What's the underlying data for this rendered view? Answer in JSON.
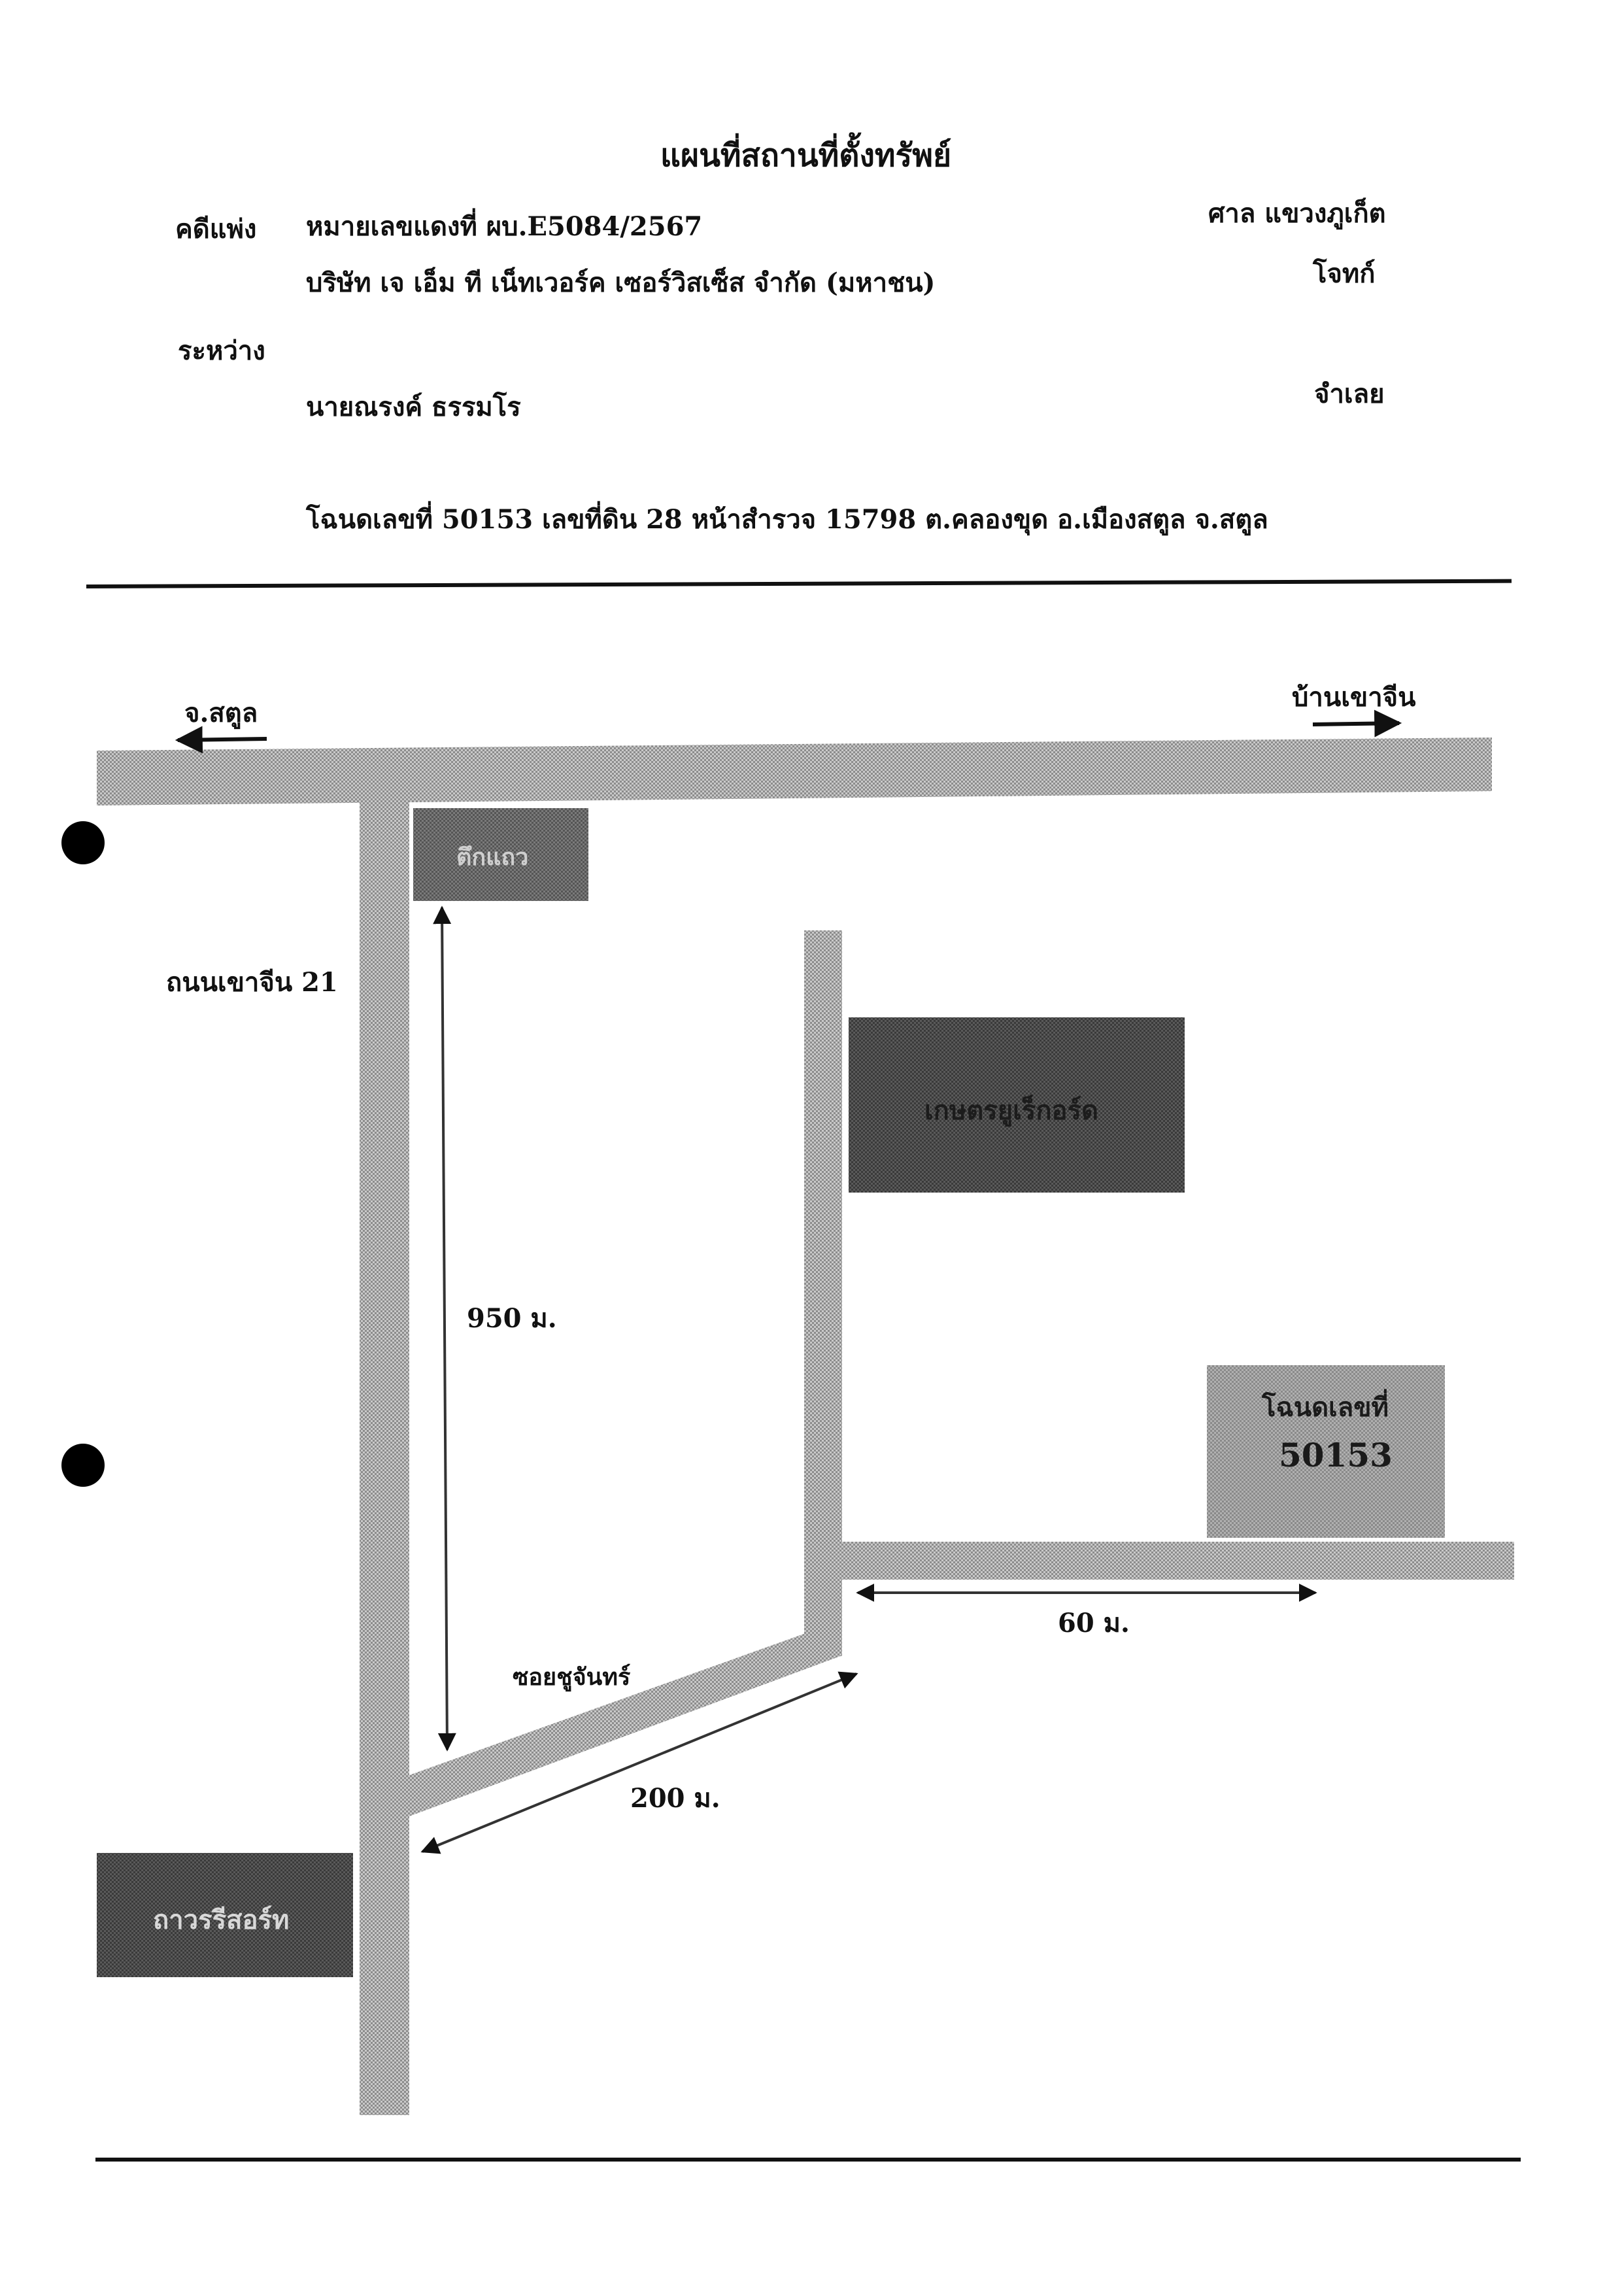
{
  "header": {
    "title": "แผนที่สถานที่ตั้งทรัพย์",
    "case_type_label": "คดีแพ่ง",
    "red_case_number": "หมายเลขแดงที่  ผบ.E5084/2567",
    "court": "ศาล แขวงภูเก็ต",
    "plaintiff_name": "บริษัท เจ เอ็ม ที เน็ทเวอร์ค เซอร์วิสเซ็ส จำกัด (มหาชน)",
    "plaintiff_role": "โจทก์",
    "between_label": "ระหว่าง",
    "defendant_name": "นายณรงค์  ธรรมโร",
    "defendant_role": "จำเลย",
    "deed_line": "โฉนดเลขที่  50153  เลขที่ดิน  28  หน้าสำรวจ  15798  ต.คลองขุด  อ.เมืองสตูล  จ.สตูล"
  },
  "map": {
    "direction_left": "จ.สตูล",
    "direction_right": "บ้านเขาจีน",
    "road_main_side": "ถนนเขาจีน 21",
    "soi_label": "ซอยชูจันทร์",
    "distance_950": "950 ม.",
    "distance_200": "200 ม.",
    "distance_60": "60 ม.",
    "landmark_1": "ตึกแถว",
    "landmark_2": "เกษตรยูเร็กอร์ด",
    "landmark_3": "ถาวรรีสอร์ท",
    "deed_box_line1": "โฉนดเลขที่",
    "deed_box_line2": "50153"
  },
  "colors": {
    "road": "#b8b8b8",
    "landmark_dark": "#4a4a4a",
    "landmark_mid": "#6a6a6a",
    "deed_box": "#9e9e9e"
  }
}
